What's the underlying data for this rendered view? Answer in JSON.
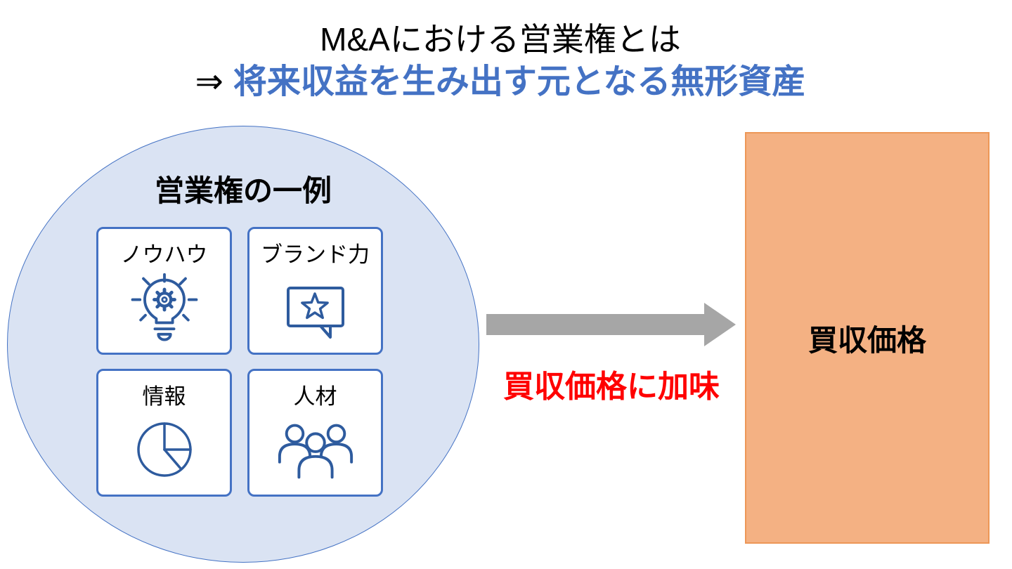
{
  "title": {
    "line1": "M&Aにおける営業権とは",
    "line2_prefix": "⇒",
    "line2_text": "将来収益を生み出す元となる無形資産"
  },
  "goodwill": {
    "heading": "営業権の一例",
    "items": [
      {
        "label": "ノウハウ",
        "icon": "lightbulb-gear-icon"
      },
      {
        "label": "ブランド力",
        "icon": "star-speech-bubble-icon"
      },
      {
        "label": "情報",
        "icon": "pie-chart-icon"
      },
      {
        "label": "人材",
        "icon": "people-icon"
      }
    ]
  },
  "flow": {
    "caption": "買収価格に加味"
  },
  "result": {
    "label": "買収価格"
  },
  "colors": {
    "accent_blue": "#4472C4",
    "ellipse_fill": "#DAE3F3",
    "icon_blue": "#2E5B9E",
    "arrow_gray": "#A6A6A6",
    "caption_red": "#FF0000",
    "result_fill": "#F4B183",
    "result_border": "#ED9757",
    "text_black": "#000000"
  }
}
